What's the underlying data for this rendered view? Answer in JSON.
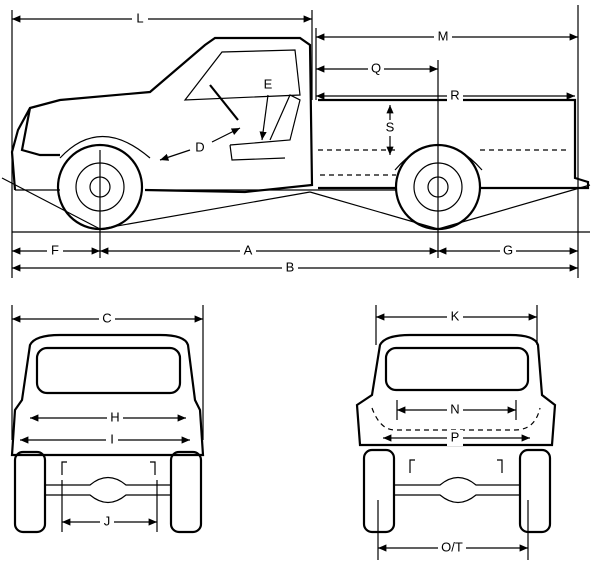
{
  "diagram": {
    "side_view": {
      "labels": {
        "L": "L",
        "M": "M",
        "Q": "Q",
        "E": "E",
        "R": "R",
        "S": "S",
        "D": "D",
        "F": "F",
        "A": "A",
        "G": "G",
        "B": "B"
      }
    },
    "front_view": {
      "labels": {
        "C": "C",
        "H": "H",
        "I": "I",
        "J": "J"
      }
    },
    "rear_view": {
      "labels": {
        "K": "K",
        "N": "N",
        "P": "P",
        "OT": "O/T"
      }
    },
    "colors": {
      "line": "#000000",
      "background": "#ffffff"
    }
  }
}
